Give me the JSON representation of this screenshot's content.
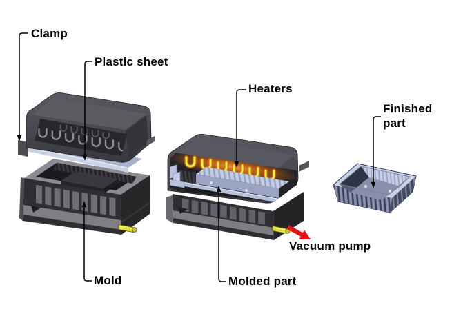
{
  "figure": {
    "type": "process-diagram",
    "subject": "vacuum forming / thermoforming stages",
    "background": "#ffffff",
    "callouts": {
      "clamp": {
        "label": "Clamp"
      },
      "plastic_sheet": {
        "label": "Plastic sheet"
      },
      "mold": {
        "label": "Mold"
      },
      "heaters": {
        "label": "Heaters"
      },
      "molded_part": {
        "label": "Molded part"
      },
      "vacuum_pump": {
        "label": "Vacuum pump"
      },
      "finished_part": {
        "label": "Finished part"
      }
    },
    "stages": [
      {
        "name": "sheet-clamped-over-mold",
        "callouts": [
          "Clamp",
          "Plastic sheet",
          "Mold"
        ]
      },
      {
        "name": "heating-and-vacuum-forming",
        "callouts": [
          "Heaters",
          "Molded part",
          "Vacuum pump"
        ]
      },
      {
        "name": "finished-part",
        "callouts": [
          "Finished part"
        ]
      }
    ],
    "colors": {
      "label_text": "#000000",
      "leader_line": "#000000",
      "vacuum_arrow": "#e51414",
      "heater_coil": "#f7ee48",
      "heater_glow": "#d4680f",
      "plastic_sheet": "#a7b1c9",
      "molded_plastic": "#c3cce3",
      "machine_hood": "#47474d",
      "machine_base": "#7e7e84",
      "nozzle": "#e2e23a"
    }
  }
}
